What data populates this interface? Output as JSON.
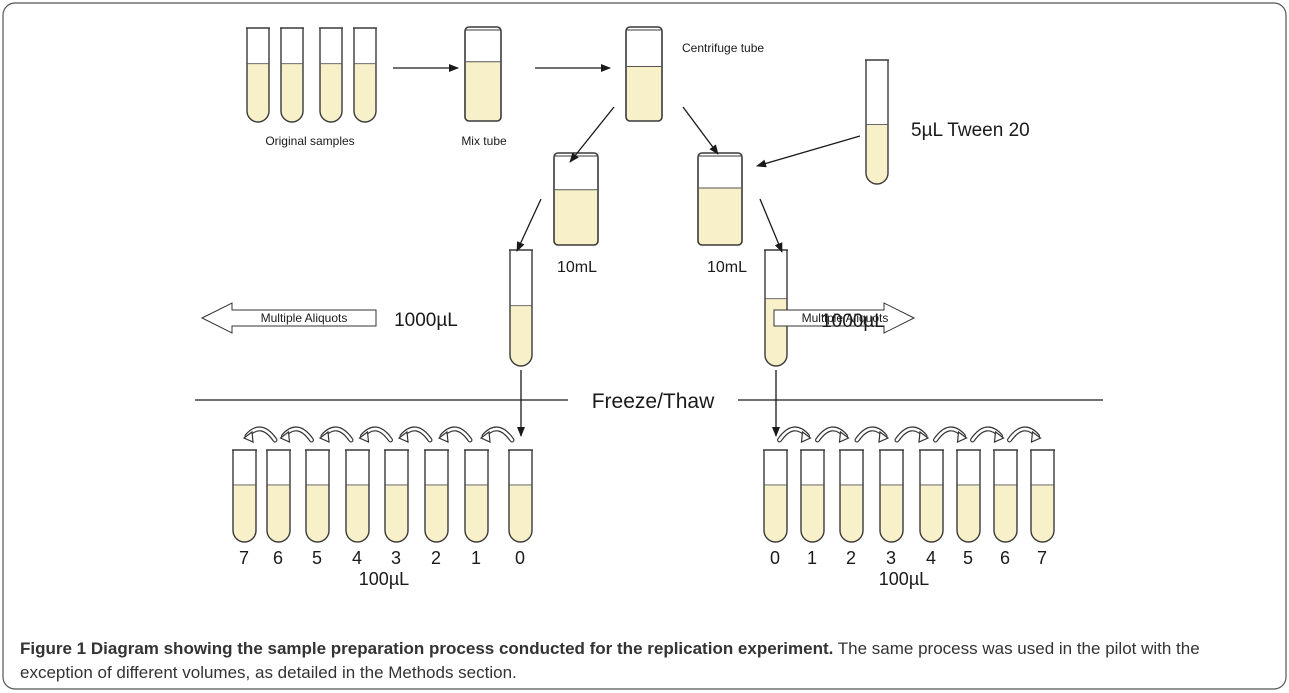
{
  "colors": {
    "liquid": "#f8f0c8",
    "tube_stroke": "#3a3a3a",
    "arrow": "#1a1a1a",
    "frame_stroke": "#555555"
  },
  "diagram": {
    "labels": {
      "original_samples": "Original samples",
      "mix_tube": "Mix tube",
      "centrifuge_tube": "Centrifuge tube",
      "tween": "5µL Tween 20",
      "left_10ml": "10mL",
      "right_10ml": "10mL",
      "left_1000ul": "1000µL",
      "right_1000ul": "1000µL",
      "left_aliquots": "Multiple Aliquots",
      "right_aliquots": "Multiple Aliquots",
      "freeze_thaw": "Freeze/Thaw",
      "left_100ul": "100µL",
      "right_100ul": "100µL"
    },
    "left_series_numbers": [
      "7",
      "6",
      "5",
      "4",
      "3",
      "2",
      "1",
      "0"
    ],
    "right_series_numbers": [
      "0",
      "1",
      "2",
      "3",
      "4",
      "5",
      "6",
      "7"
    ]
  },
  "caption": {
    "number": "Figure 1",
    "title": "Diagram showing the sample preparation process conducted for the replication experiment.",
    "body": "The same process was used in the pilot with the exception of different volumes, as detailed in the Methods section."
  }
}
